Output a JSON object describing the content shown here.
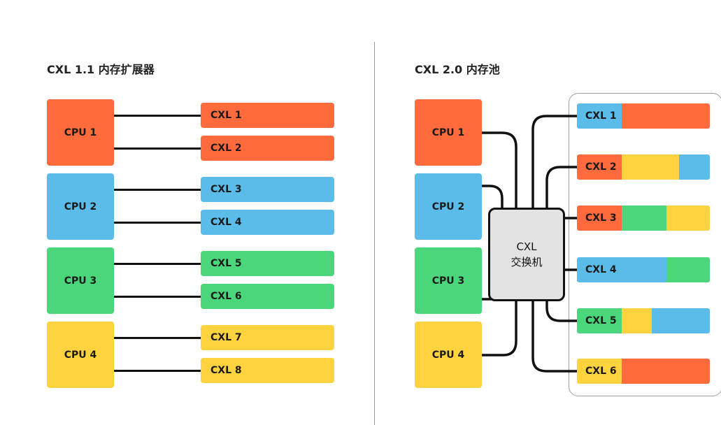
{
  "left_panel": {
    "title": "CXL 1.1 内存扩展器",
    "cpus": [
      {
        "label": "CPU 1",
        "color": "#FF6B3D"
      },
      {
        "label": "CPU 2",
        "color": "#5BBCEA"
      },
      {
        "label": "CPU 3",
        "color": "#4BD67B"
      },
      {
        "label": "CPU 4",
        "color": "#FFD23F"
      }
    ],
    "cxl_devices": [
      {
        "label": "CXL 1",
        "color": "#FF6B3D"
      },
      {
        "label": "CXL 2",
        "color": "#FF6B3D"
      },
      {
        "label": "CXL 3",
        "color": "#5BBCEA"
      },
      {
        "label": "CXL 4",
        "color": "#5BBCEA"
      },
      {
        "label": "CXL 5",
        "color": "#4BD67B"
      },
      {
        "label": "CXL 6",
        "color": "#4BD67B"
      },
      {
        "label": "CXL 7",
        "color": "#FFD23F"
      },
      {
        "label": "CXL 8",
        "color": "#FFD23F"
      }
    ]
  },
  "right_panel": {
    "title": "CXL 2.0 内存池",
    "switch_label_line1": "CXL",
    "switch_label_line2": "交换机",
    "cpus": [
      {
        "label": "CPU 1",
        "color": "#FF6B3D"
      },
      {
        "label": "CPU 2",
        "color": "#5BBCEA"
      },
      {
        "label": "CPU 3",
        "color": "#4BD67B"
      },
      {
        "label": "CPU 4",
        "color": "#FFD23F"
      }
    ],
    "pool_devices": [
      {
        "label": "CXL 1",
        "label_color": "#5BBCEA",
        "segments": [
          "#FF6B3D"
        ]
      },
      {
        "label": "CXL 2",
        "label_color": "#FF6B3D",
        "segments": [
          "#FFD23F",
          "#5BBCEA"
        ]
      },
      {
        "label": "CXL 3",
        "label_color": "#FF6B3D",
        "segments": [
          "#4BD67B",
          "#FFD23F"
        ]
      },
      {
        "label": "CXL 4",
        "label_color": "#5BBCEA",
        "segments": [
          "#5BBCEA",
          "#4BD67B"
        ]
      },
      {
        "label": "CXL 5",
        "label_color": "#4BD67B",
        "segments": [
          "#FFD23F",
          "#5BBCEA"
        ]
      },
      {
        "label": "CXL 6",
        "label_color": "#FFD23F",
        "segments": [
          "#FFD23F",
          "#FF6B3D"
        ]
      }
    ]
  }
}
